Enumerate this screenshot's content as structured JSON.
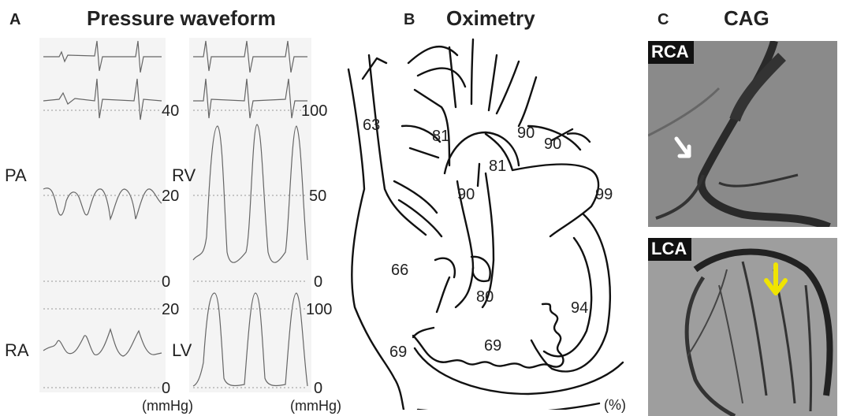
{
  "panels": {
    "a": {
      "letter": "A",
      "title": "Pressure waveform",
      "labels": {
        "pa": "PA",
        "rv": "RV",
        "ra": "RA",
        "lv": "LV"
      },
      "scales": {
        "pa_top": "40",
        "pa_mid": "20",
        "pa_bottom": "0",
        "rv_top": "100",
        "rv_mid": "50",
        "rv_bottom": "0",
        "ra_top": "20",
        "ra_bottom": "0",
        "lv_top": "100",
        "lv_bottom": "0"
      },
      "unit_left": "(mmHg)",
      "unit_right": "(mmHg)"
    },
    "b": {
      "letter": "B",
      "title": "Oximetry",
      "values": {
        "svc": "63",
        "branch_left": "81",
        "branch_right_1": "90",
        "branch_right_2": "90",
        "aorta": "81",
        "pulmonary": "90",
        "pulm_vein": "99",
        "right_atrium": "66",
        "ventricle_base": "80",
        "left_ventricle": "94",
        "ivc": "69",
        "right_ventricle": "69"
      },
      "unit": "(%)"
    },
    "c": {
      "letter": "C",
      "title": "CAG",
      "rca_tag": "RCA",
      "lca_tag": "LCA",
      "arrow_rca_color": "#ffffff",
      "arrow_lca_color": "#f0e400"
    }
  }
}
